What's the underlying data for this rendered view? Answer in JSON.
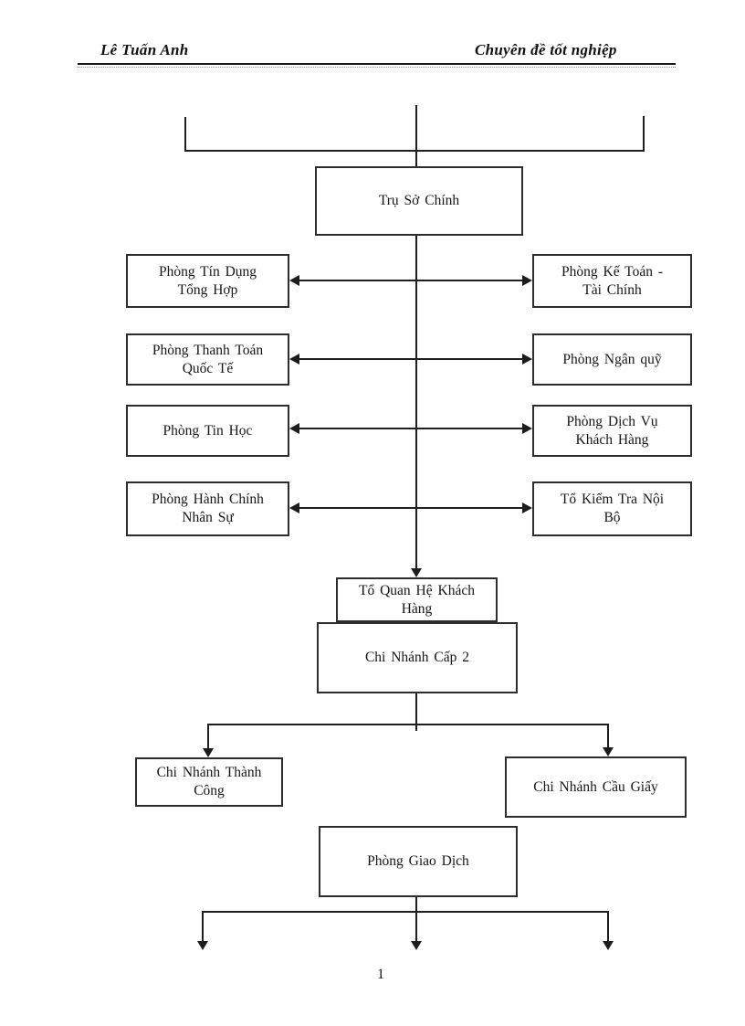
{
  "page": {
    "header_left": "Lê Tuấn Anh",
    "header_right": "Chuyên đề tốt nghiệp",
    "page_number": "1"
  },
  "chart": {
    "root": "Trụ Sở Chính",
    "pairs": [
      {
        "left": "Phòng Tín Dụng\nTổng Hợp",
        "right": "Phòng Kế Toán -\nTài Chính"
      },
      {
        "left": "Phòng Thanh Toán\nQuốc Tế",
        "right": "Phòng Ngân quỹ"
      },
      {
        "left": "Phòng Tin Học",
        "right": "Phòng Dịch Vụ\nKhách Hàng"
      },
      {
        "left": "Phòng Hành Chính\nNhân Sự",
        "right": "Tổ Kiểm Tra Nội\nBộ"
      }
    ],
    "customer_relations_team": "Tổ Quan Hệ Khách\nHàng",
    "level2_branch": "Chi Nhánh Cấp 2",
    "branch_left": "Chi Nhánh Thành\nCông",
    "branch_right": "Chi Nhánh Cầu Giấy",
    "transaction_office": "Phòng Giao Dịch"
  },
  "colors": {
    "line": "#1f1f1f",
    "box_border": "#2d2d2d",
    "text": "#161616",
    "background": "#ffffff"
  }
}
